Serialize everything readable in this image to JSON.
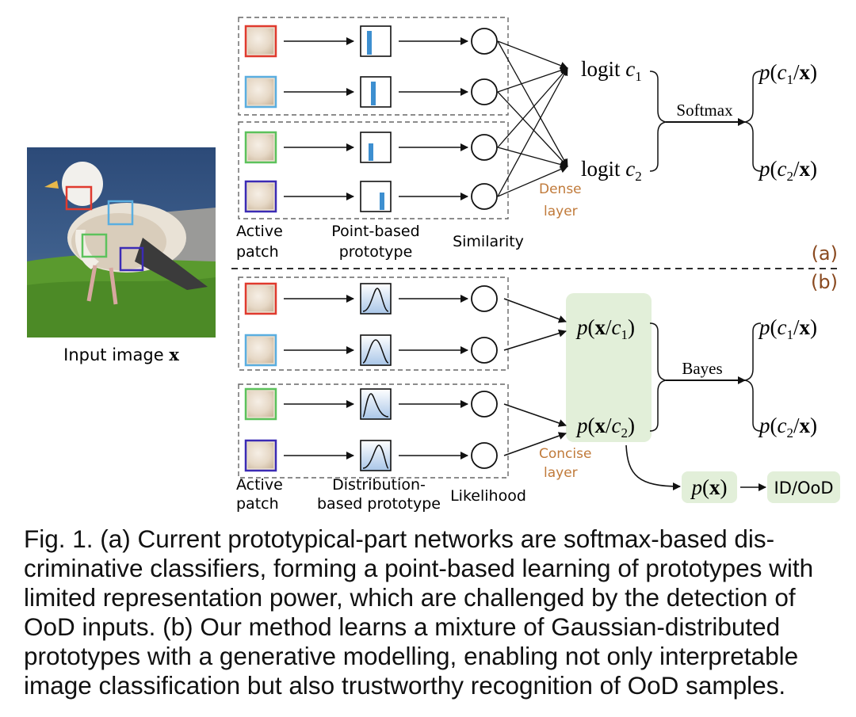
{
  "input": {
    "label": "Input image",
    "symbol": "x"
  },
  "part_a": {
    "tag": "(a)",
    "col_active": [
      "Active",
      "patch"
    ],
    "col_proto": [
      "Point-based",
      "prototype"
    ],
    "col_sim": "Similarity",
    "layer_label": [
      "Dense",
      "layer"
    ],
    "logits": [
      {
        "word": "logit",
        "c": "c",
        "sub": "1"
      },
      {
        "word": "logit",
        "c": "c",
        "sub": "2"
      }
    ],
    "op": "Softmax",
    "outputs": [
      {
        "sub": "1"
      },
      {
        "sub": "2"
      }
    ]
  },
  "part_b": {
    "tag": "(b)",
    "col_active": [
      "Active",
      "patch"
    ],
    "col_proto": [
      "Distribution-",
      "based prototype"
    ],
    "col_like": "Likelihood",
    "layer_label": [
      "Concise",
      "layer"
    ],
    "op": "Bayes",
    "outputs": [
      {
        "sub": "1"
      },
      {
        "sub": "2"
      }
    ],
    "evidence": "p(x)",
    "result": "ID/OoD"
  },
  "math": {
    "p": "p",
    "x": "x",
    "c": "c",
    "slash": "/"
  },
  "colors": {
    "patch_red": "#e03a2e",
    "patch_lightblue": "#5aaee0",
    "patch_green": "#5cc25c",
    "patch_purple": "#3b2bb5",
    "proto_bar": "#3d8fd0",
    "layer_text": "#c07a3a",
    "tag_text": "#8a4a20",
    "green_box": "#e2efd9"
  },
  "caption": {
    "lines": [
      "Fig. 1.  (a) Current prototypical-part networks are softmax-based dis-",
      "criminative classifiers, forming a point-based learning of prototypes with",
      "limited representation power, which are challenged by the detection of",
      "OoD inputs. (b) Our method learns a mixture of Gaussian-distributed",
      "prototypes with a generative modelling, enabling not only interpretable",
      "image classification but also trustworthy recognition of OoD samples."
    ]
  }
}
